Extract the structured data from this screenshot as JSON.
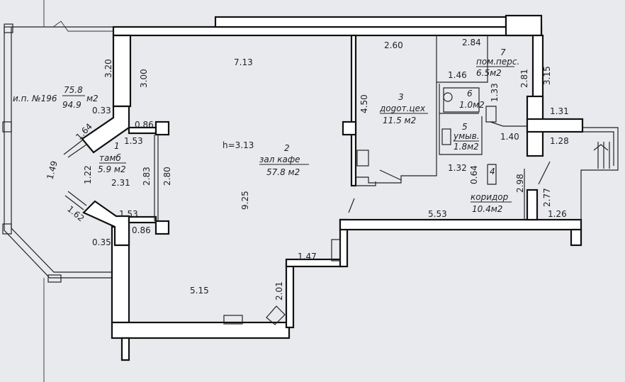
{
  "plan": {
    "parcel_label": "и.п. №196",
    "parcel_area_top": "75.8",
    "parcel_area_bottom": "94.9",
    "parcel_unit": "м2",
    "height_label": "h=3.13"
  },
  "rooms": [
    {
      "number": "1",
      "name": "тамб",
      "area": "5.9 м2"
    },
    {
      "number": "2",
      "name": "зал кафе",
      "area": "57.8 м2"
    },
    {
      "number": "3",
      "name": "доgот.цех",
      "area": "11.5 м2"
    },
    {
      "number": "4",
      "name": "коридор",
      "area": "10.4м2"
    },
    {
      "number": "5",
      "name": "умыв.",
      "area": "1.8м2"
    },
    {
      "number": "6",
      "name": "",
      "area": "1.0м2"
    },
    {
      "number": "7",
      "name": "пом.перс.",
      "area": "6.5м2"
    }
  ],
  "dimensions": [
    "7.13",
    "2.60",
    "2.84",
    "3.20",
    "3.00",
    "4.50",
    "1.46",
    "1.33",
    "2.81",
    "3.15",
    "0.33",
    "0.86",
    "1.53",
    "1.64",
    "1.31",
    "1.40",
    "1.28",
    "1.32",
    "0.64",
    "2.98",
    "2.77",
    "1.49",
    "1.22",
    "2.31",
    "2.83",
    "2.80",
    "9.25",
    "5.53",
    "1.26",
    "1.62",
    "1.53",
    "0.86",
    "0.35",
    "1.47",
    "5.15",
    "2.01"
  ]
}
